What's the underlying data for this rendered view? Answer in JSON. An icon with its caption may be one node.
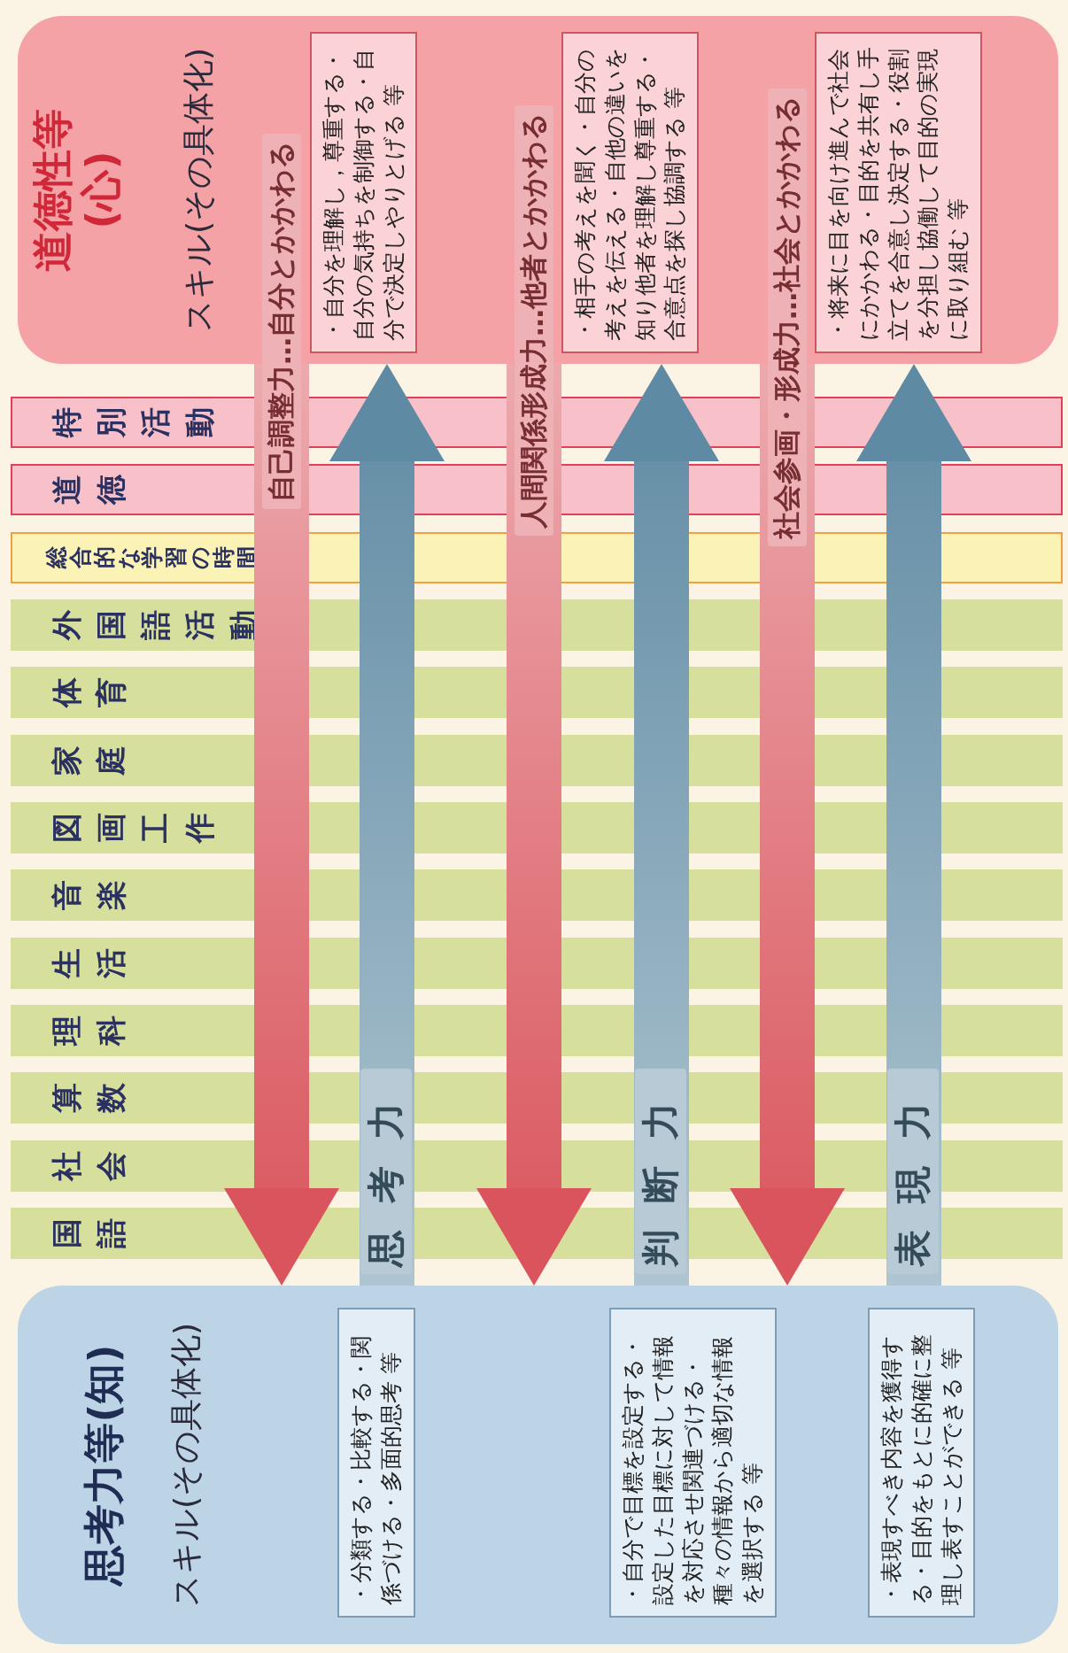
{
  "diagram": {
    "nodes": [
      {
        "text": [
          "道徳性等(心)",
          "スキル(その具体化)"
        ]
      },
      {
        "text": [
          "・自分を理解し，尊重する・自分の気持ちを制御する・自分で決定しやりとげる 等"
        ],
        "in": 0
      },
      {
        "text": [
          "・相手の考えを聞く・自分の考えを伝える・自他の違いを知り他者を理解し尊重する・合意点を探し協調する 等"
        ],
        "in": 0
      },
      {
        "text": [
          "・将来に目を向け進んで社会にかかわる・目的を共有し手立てを合意し決定する・役割を分担し協働して目的の実現に取り組む 等"
        ],
        "in": 0
      },
      {
        "text": [
          "特別活動"
        ]
      },
      {
        "text": [
          "道徳"
        ]
      },
      {
        "text": [
          "総合的な学習の時間"
        ]
      },
      {
        "text": [
          "外国語活動"
        ]
      },
      {
        "text": [
          "体育"
        ]
      },
      {
        "text": [
          "家庭"
        ]
      },
      {
        "text": [
          "図画工作"
        ]
      },
      {
        "text": [
          "音楽"
        ]
      },
      {
        "text": [
          "生活"
        ]
      },
      {
        "text": [
          "理科"
        ]
      },
      {
        "text": [
          "算数"
        ]
      },
      {
        "text": [
          "社会"
        ]
      },
      {
        "text": [
          "国語"
        ]
      },
      {
        "text": [
          "思考力等(知)",
          "スキル(その具体化)"
        ]
      },
      {
        "text": [
          "・分類する・比較する・関係づける・多面的思考 等"
        ],
        "in": 17
      },
      {
        "text": [
          "・自分で目標を設定する・設定した目標に対して情報を対応させ関連づける・種々の情報から適切な情報を選択する 等"
        ],
        "in": 17
      },
      {
        "text": [
          "・表現すべき内容を獲得する・目的をもとに的確に整理し表すことができる 等"
        ],
        "in": 17
      }
    ],
    "edges": [
      {
        "from": 0,
        "to": 17,
        "arrow": "to",
        "label": "自己調整力…自分とかかわる",
        "color": "#d9545c"
      },
      {
        "from": 17,
        "to": 0,
        "arrow": "to",
        "label": "思考力",
        "color": "#5f8aa3"
      },
      {
        "from": 0,
        "to": 17,
        "arrow": "to",
        "label": "人間関係形成力…他者とかかわる",
        "color": "#d9545c"
      },
      {
        "from": 17,
        "to": 0,
        "arrow": "to",
        "label": "判断力",
        "color": "#5f8aa3"
      },
      {
        "from": 0,
        "to": 17,
        "arrow": "to",
        "label": "社会参画・形成力…社会とかかわる",
        "color": "#d9545c"
      },
      {
        "from": 17,
        "to": 0,
        "arrow": "to",
        "label": "表現力",
        "color": "#5f8aa3"
      }
    ]
  }
}
